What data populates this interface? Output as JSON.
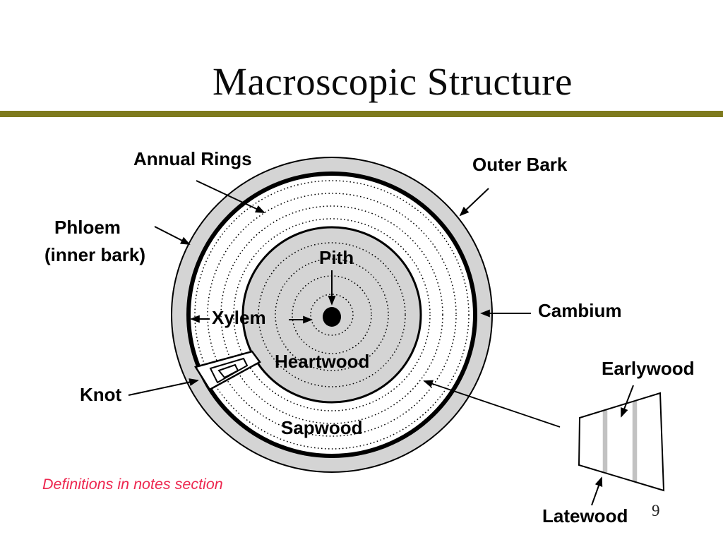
{
  "slide": {
    "title": "Macroscopic Structure",
    "note": "Definitions in notes section",
    "page_number": "9",
    "colors": {
      "accent_rule": "#7e7a1d",
      "note_text": "#ed2850",
      "ring_gray": "#d4d4d4",
      "stripe_gray": "#c2c2c2",
      "line_black": "#000000"
    }
  },
  "diagram": {
    "labels": {
      "annual_rings": "Annual Rings",
      "outer_bark": "Outer Bark",
      "phloem": "Phloem",
      "phloem_sub": "(inner bark)",
      "pith": "Pith",
      "cambium": "Cambium",
      "xylem": "Xylem",
      "heartwood": "Heartwood",
      "knot": "Knot",
      "sapwood": "Sapwood",
      "earlywood": "Earlywood",
      "latewood": "Latewood"
    }
  }
}
